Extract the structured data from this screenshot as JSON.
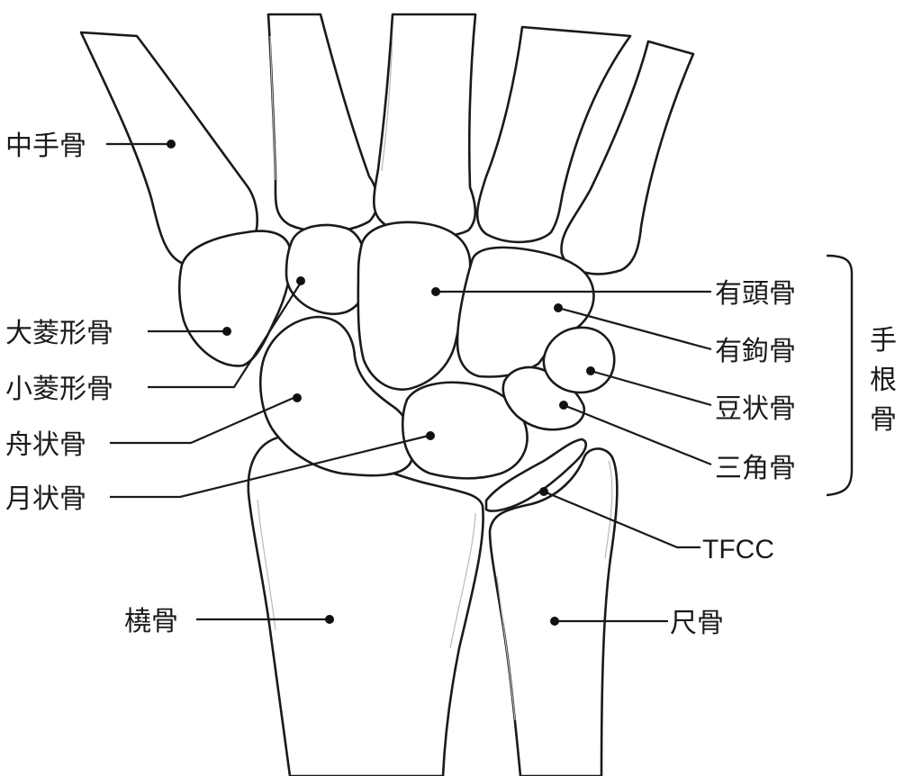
{
  "labels": {
    "metacarpal": "中手骨",
    "trapezium": "大菱形骨",
    "trapezoid": "小菱形骨",
    "scaphoid": "舟状骨",
    "lunate": "月状骨",
    "radius": "橈骨",
    "capitate": "有頭骨",
    "hamate": "有鉤骨",
    "pisiform": "豆状骨",
    "triquetrum": "三角骨",
    "tfcc": "TFCC",
    "ulna": "尺骨",
    "carpal_group_char1": "手",
    "carpal_group_char2": "根",
    "carpal_group_char3": "骨"
  }
}
